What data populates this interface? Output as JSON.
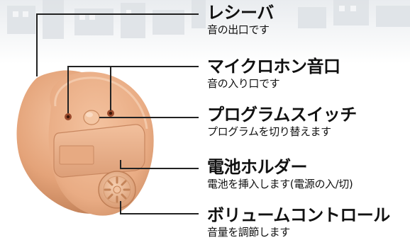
{
  "parts": [
    {
      "key": "receiver",
      "title": "レシーバ",
      "description": "音の出口です"
    },
    {
      "key": "microphone",
      "title": "マイクロホン音口",
      "description": "音の入り口です"
    },
    {
      "key": "program_switch",
      "title": "プログラムスイッチ",
      "description": "プログラムを切り替えます"
    },
    {
      "key": "battery_holder",
      "title": "電池ホルダー",
      "description": "電池を挿入します(電源の入/切)"
    },
    {
      "key": "volume_control",
      "title": "ボリュームコントロール",
      "description": "音量を調節します"
    }
  ],
  "colors": {
    "shell": "#e4a379",
    "shell_shadow": "#b8754c",
    "faceplate": "#eab08a",
    "text": "#111111",
    "leader_line": "#222222"
  }
}
